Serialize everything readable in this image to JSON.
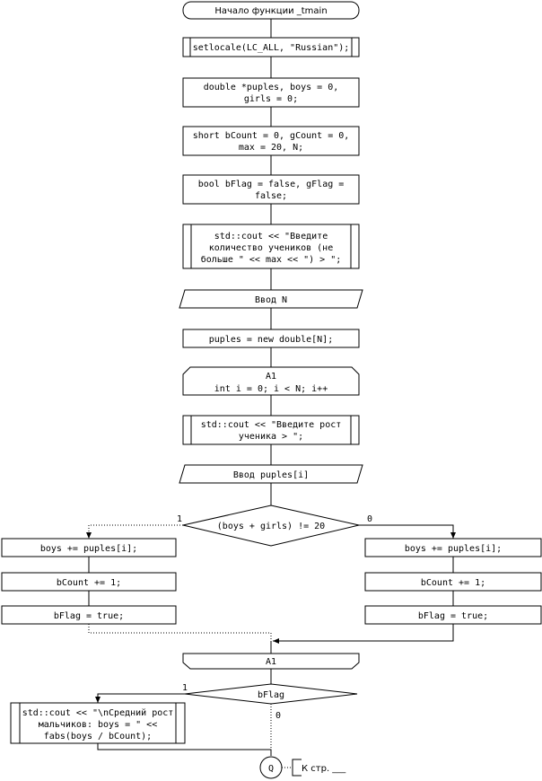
{
  "start": "Начало функции _tmain",
  "setlocale": "setlocale(LC_ALL, \"Russian\");",
  "decl_double": [
    "double *puples, boys = 0,",
    "girls = 0;"
  ],
  "decl_short": [
    "short bCount = 0, gCount = 0,",
    "max = 20, N;"
  ],
  "decl_bool": [
    "bool bFlag = false, gFlag =",
    "false;"
  ],
  "cout_prompt_n": [
    "std::cout << \"Введите",
    "количество учеников (не",
    "больше \" << max << \") > \";"
  ],
  "input_n": "Ввод N",
  "alloc": "puples = new double[N];",
  "loop_start": {
    "label": "A1",
    "condition": "int i = 0; i < N; i++"
  },
  "cout_prompt_height": [
    "std::cout << \"Введите рост",
    "ученика > \";"
  ],
  "input_puples": "Ввод puples[i]",
  "decision_1": {
    "condition": "(boys + girls) != 20",
    "yes": "1",
    "no": "0"
  },
  "left_branch": [
    "boys += puples[i];",
    "bCount += 1;",
    "bFlag = true;"
  ],
  "right_branch": [
    "boys += puples[i];",
    "bCount += 1;",
    "bFlag = true;"
  ],
  "loop_end": "A1",
  "decision_2": {
    "condition": "bFlag",
    "yes": "1",
    "no": "0"
  },
  "cout_avg": [
    "std::cout << \"\\nСредний рост",
    "мальчиков: boys = \" <<",
    "fabs(boys / bCount);"
  ],
  "connector": "Q",
  "page_ref": "К стр. ___"
}
